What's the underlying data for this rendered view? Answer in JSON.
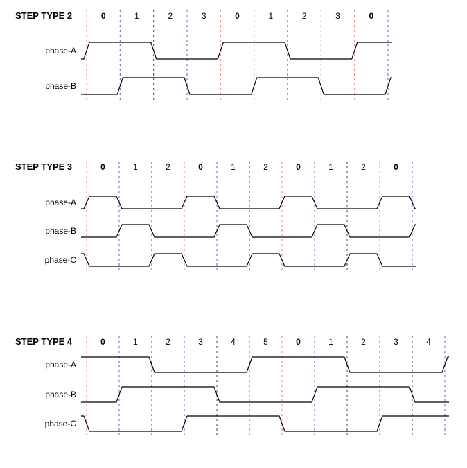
{
  "page": {
    "background": "#ffffff"
  },
  "colors": {
    "waveform": "#000000",
    "zero_boundary": "#ff7070",
    "odd_boundary": "#5c5cd6",
    "even_boundary": "#404040"
  },
  "sections": [
    {
      "title": "STEP TYPE 2",
      "steps": [
        "0",
        "1",
        "2",
        "3",
        "0",
        "1",
        "2",
        "3",
        "0"
      ],
      "next_step": "1",
      "phases": [
        {
          "label": "phase-A",
          "pre": 0,
          "levels": [
            1,
            1,
            0,
            0,
            1,
            1,
            0,
            0,
            1
          ],
          "post": 1
        },
        {
          "label": "phase-B",
          "pre": 0,
          "levels": [
            0,
            1,
            1,
            0,
            0,
            1,
            1,
            0,
            0
          ],
          "post": 1
        }
      ]
    },
    {
      "title": "STEP TYPE 3",
      "steps": [
        "0",
        "1",
        "2",
        "0",
        "1",
        "2",
        "0",
        "1",
        "2",
        "0"
      ],
      "next_step": "1",
      "phases": [
        {
          "label": "phase-A",
          "pre": 0,
          "levels": [
            1,
            0,
            0,
            1,
            0,
            0,
            1,
            0,
            0,
            1
          ],
          "post": 0
        },
        {
          "label": "phase-B",
          "pre": 0,
          "levels": [
            0,
            1,
            0,
            0,
            1,
            0,
            0,
            1,
            0,
            0
          ],
          "post": 1
        },
        {
          "label": "phase-C",
          "pre": 1,
          "levels": [
            0,
            0,
            1,
            0,
            0,
            1,
            0,
            0,
            1,
            0
          ],
          "post": 0
        }
      ]
    },
    {
      "title": "STEP TYPE 4",
      "steps": [
        "0",
        "1",
        "2",
        "3",
        "4",
        "5",
        "0",
        "1",
        "2",
        "3",
        "4"
      ],
      "next_step": "5",
      "phases": [
        {
          "label": "phase-A",
          "pre": 1,
          "levels": [
            1,
            1,
            0,
            0,
            0,
            1,
            1,
            1,
            0,
            0,
            0
          ],
          "post": 1
        },
        {
          "label": "phase-B",
          "pre": 0,
          "levels": [
            0,
            1,
            1,
            1,
            0,
            0,
            0,
            1,
            1,
            1,
            0
          ],
          "post": 0
        },
        {
          "label": "phase-C",
          "pre": 1,
          "levels": [
            0,
            0,
            0,
            1,
            1,
            1,
            0,
            0,
            0,
            1,
            1
          ],
          "post": 1
        }
      ]
    }
  ]
}
